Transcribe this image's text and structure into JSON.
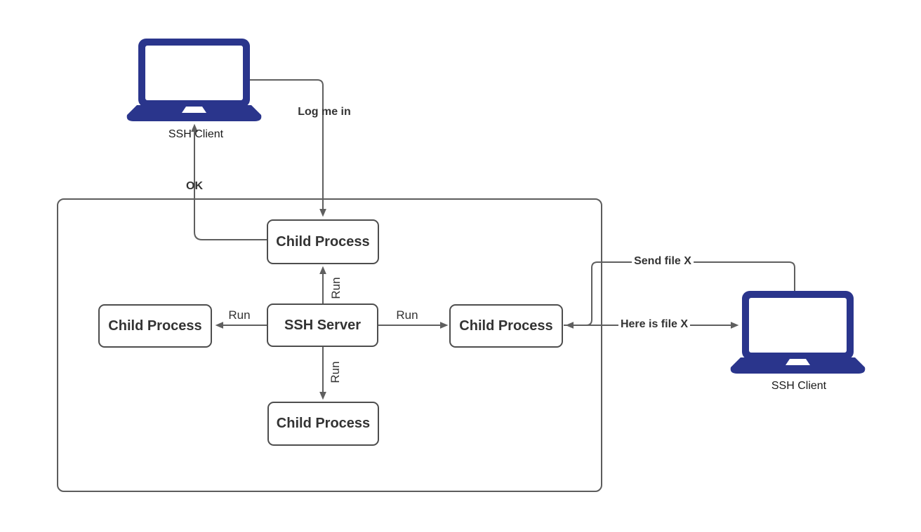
{
  "diagram": {
    "title": "SSH client-server process diagram",
    "colors": {
      "laptop_fill": "#2a358c",
      "line_stroke": "#5f5f5f",
      "box_border": "#4d4d4d",
      "container_border": "#5c5c5c",
      "text": "#333333"
    },
    "nodes": {
      "client_top": {
        "label": "SSH Client",
        "icon": "laptop-icon"
      },
      "client_right": {
        "label": "SSH Client",
        "icon": "laptop-icon"
      },
      "server": {
        "label": "SSH Server"
      },
      "child_top": {
        "label": "Child Process"
      },
      "child_left": {
        "label": "Child Process"
      },
      "child_right": {
        "label": "Child Process"
      },
      "child_bottom": {
        "label": "Child Process"
      }
    },
    "edges": {
      "log_me_in": {
        "label": "Log me in",
        "from": "client_top",
        "to": "child_top"
      },
      "ok": {
        "label": "OK",
        "from": "child_top",
        "to": "client_top"
      },
      "run_up": {
        "label": "Run",
        "from": "server",
        "to": "child_top"
      },
      "run_left": {
        "label": "Run",
        "from": "server",
        "to": "child_left"
      },
      "run_right": {
        "label": "Run",
        "from": "server",
        "to": "child_right"
      },
      "run_down": {
        "label": "Run",
        "from": "server",
        "to": "child_bottom"
      },
      "send_file": {
        "label": "Send file X",
        "from": "client_right",
        "to": "child_right"
      },
      "here_is_file": {
        "label": "Here is file X",
        "from": "child_right",
        "to": "client_right"
      }
    }
  }
}
